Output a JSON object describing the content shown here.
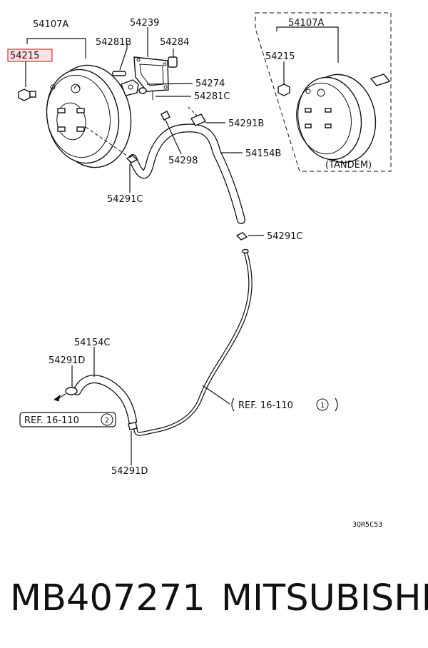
{
  "labels": {
    "p54107A_main": "54107A",
    "p54215_main": "54215",
    "p54239": "54239",
    "p54281B": "54281B",
    "p54284": "54284",
    "p54274": "54274",
    "p54281C": "54281C",
    "p54291B": "54291B",
    "p54298": "54298",
    "p54154B": "54154B",
    "p54291C_upper": "54291C",
    "p54291C_lower": "54291C",
    "p54154C": "54154C",
    "p54291D_upper": "54291D",
    "p54291D_lower": "54291D",
    "inset_54107A": "54107A",
    "inset_54215": "54215",
    "inset_tandem": "(TANDEM)",
    "ref1": "REF. 16-110",
    "ref1_num": "1",
    "ref2": "REF. 16-110",
    "ref2_num": "2",
    "diagram_code": "3QR5C53"
  },
  "highlight_color": "#e03030",
  "footer": {
    "part_number": "MB407271",
    "brand": "MITSUBISHI"
  }
}
